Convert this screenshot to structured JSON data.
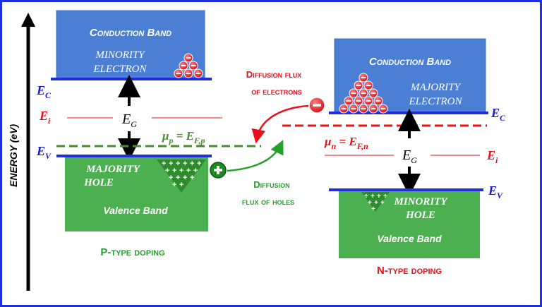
{
  "axis": {
    "label": "ENERGY (eV)"
  },
  "p_side": {
    "conduction_band": "Conduction Band",
    "minority_line1": "MINORITY",
    "minority_line2": "ELECTRON",
    "ec": "E",
    "ec_sub": "C",
    "ei": "E",
    "ei_sub": "i",
    "eg": "E",
    "eg_sub": "G",
    "ev": "E",
    "ev_sub": "V",
    "fermi": "μ",
    "fermi_sub": "p",
    "fermi_eq": " = E",
    "fermi_eq_sub": "F,p",
    "majority_line1": "MAJORITY",
    "majority_line2": "HOLE",
    "valence_band": "Valence Band",
    "doping": "P-type doping"
  },
  "n_side": {
    "conduction_band": "Conduction Band",
    "majority_line1": "MAJORITY",
    "majority_line2": "ELECTRON",
    "ec": "E",
    "ec_sub": "C",
    "fermi": "μ",
    "fermi_sub": "n",
    "fermi_eq": " = E",
    "fermi_eq_sub": "F,n",
    "eg": "E",
    "eg_sub": "G",
    "ei": "E",
    "ei_sub": "i",
    "ev": "E",
    "ev_sub": "V",
    "minority_line1": "MINORITY",
    "minority_line2": "HOLE",
    "valence_band": "Valence Band",
    "doping": "N-type doping"
  },
  "flux": {
    "electrons_line1": "Diffusion flux",
    "electrons_line2": "of electrons",
    "holes_line1": "Diffusion",
    "holes_line2": "flux of holes"
  },
  "colors": {
    "conduction": "#4a7fd4",
    "valence": "#4caf50",
    "edge_line": "#1f2fe0",
    "red": "#e8101a",
    "green_text": "#23a12a",
    "fermi_p": "#4b8a2f",
    "navy": "#1a1ad0"
  }
}
